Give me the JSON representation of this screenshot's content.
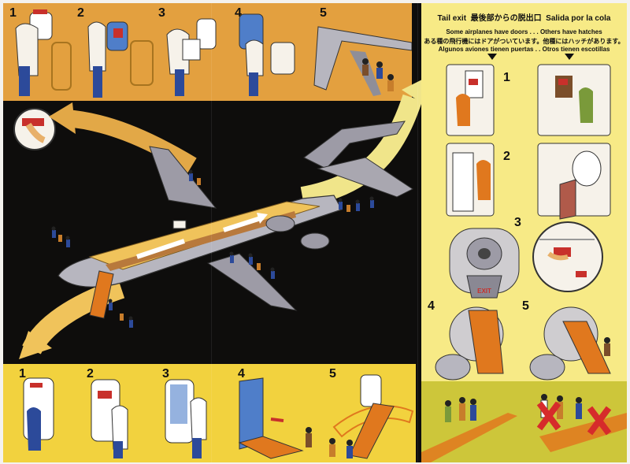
{
  "step_numbers": [
    "1",
    "2",
    "3",
    "4",
    "5"
  ],
  "hatch_step_numbers": [
    "1",
    "2",
    "3",
    "4",
    "5"
  ],
  "right_panel": {
    "title_en": "Tail exit",
    "title_ja": "最後部からの脱出口",
    "title_es": "Salida por la cola",
    "caption_en": "Some airplanes have doors . . . Others have hatches",
    "caption_ja": "ある種の飛行機にはドアがついています。他種にはハッチがあります。",
    "caption_es": "Algunos aviones tienen puertas . . Otros tienen escotillas",
    "doors_steps": [
      "1",
      "2"
    ],
    "hatch_steps": [
      "1",
      "2"
    ],
    "lower_steps": [
      "3",
      "4",
      "5"
    ],
    "exit_sign": "EXIT"
  },
  "colors": {
    "background": "#0e0d0c",
    "top_panel": "#e3a03f",
    "bottom_panel": "#f2d23e",
    "right_panel": "#f7ea86",
    "right_bottom_panel": "#cdc63a",
    "aircraft_body": "#a9a7b0",
    "cabin_floor": "#f0c35b",
    "slide": "#e0781e",
    "prohibited_cross": "#d62b2b",
    "sign_red": "#c8302b"
  },
  "icons": [
    "arrow-icon",
    "exit-sign-icon",
    "prohibited-cross-icon",
    "door-handle-icon"
  ]
}
